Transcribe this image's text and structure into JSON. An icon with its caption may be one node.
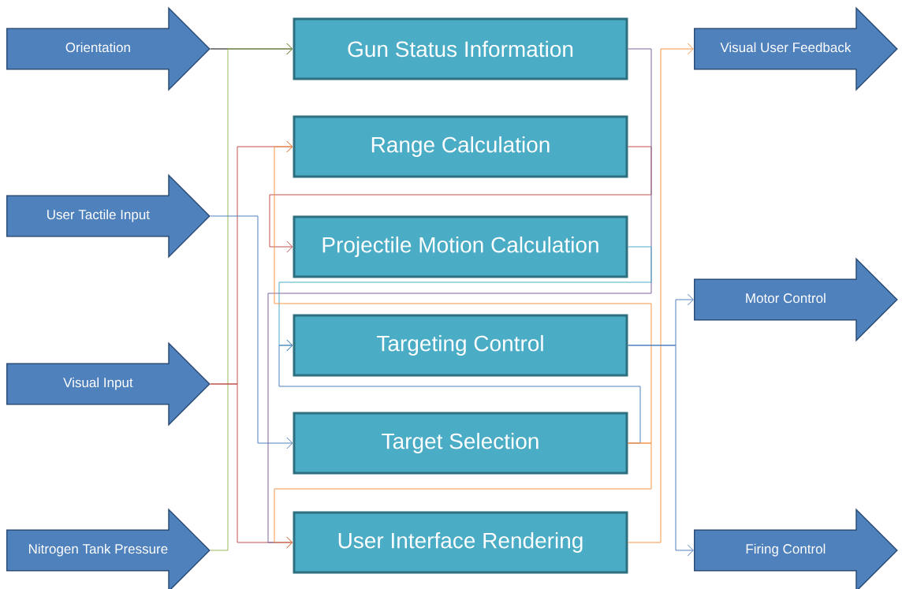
{
  "diagram": {
    "nodes": [
      {
        "text": [
          "Orientation"
        ]
      },
      {
        "text": [
          "User Tactile Input"
        ]
      },
      {
        "text": [
          "Visual Input"
        ]
      },
      {
        "text": [
          "Nitrogen Tank Pressure"
        ]
      },
      {
        "text": [
          "Gun Status Information"
        ]
      },
      {
        "text": [
          "Range Calculation"
        ]
      },
      {
        "text": [
          "Projectile Motion Calculation"
        ]
      },
      {
        "text": [
          "Targeting Control"
        ]
      },
      {
        "text": [
          "Target Selection"
        ]
      },
      {
        "text": [
          "User Interface Rendering"
        ]
      },
      {
        "text": [
          "Visual User  Feedback"
        ]
      },
      {
        "text": [
          "Motor Control"
        ]
      },
      {
        "text": [
          "Firing Control"
        ]
      }
    ],
    "edges": [
      {
        "from": 0,
        "to": 4,
        "arrow": "to",
        "color": "#000000"
      },
      {
        "from": 3,
        "to": 4,
        "arrow": "to",
        "color": "#9bbb59"
      },
      {
        "from": 2,
        "to": 5,
        "arrow": "to",
        "color": "#c0504d"
      },
      {
        "from": 2,
        "to": 9,
        "arrow": "to",
        "color": "#c0504d"
      },
      {
        "from": 1,
        "to": 8,
        "arrow": "to"
      },
      {
        "from": 5,
        "to": 6,
        "arrow": "to",
        "color": "#c0504d"
      },
      {
        "from": 4,
        "to": 9,
        "arrow": "to",
        "color": "#8064a2"
      },
      {
        "from": 6,
        "to": 7,
        "arrow": "to",
        "color": "#4bacc6"
      },
      {
        "from": 8,
        "to": 7,
        "arrow": "to"
      },
      {
        "from": 8,
        "to": 5,
        "arrow": "to",
        "color": "#f79646"
      },
      {
        "from": 8,
        "to": 9,
        "arrow": "to",
        "color": "#f79646"
      },
      {
        "from": 9,
        "to": 10,
        "arrow": "to",
        "color": "#f79646"
      },
      {
        "from": 7,
        "to": 11,
        "arrow": "to"
      },
      {
        "from": 7,
        "to": 12,
        "arrow": "to"
      }
    ]
  }
}
